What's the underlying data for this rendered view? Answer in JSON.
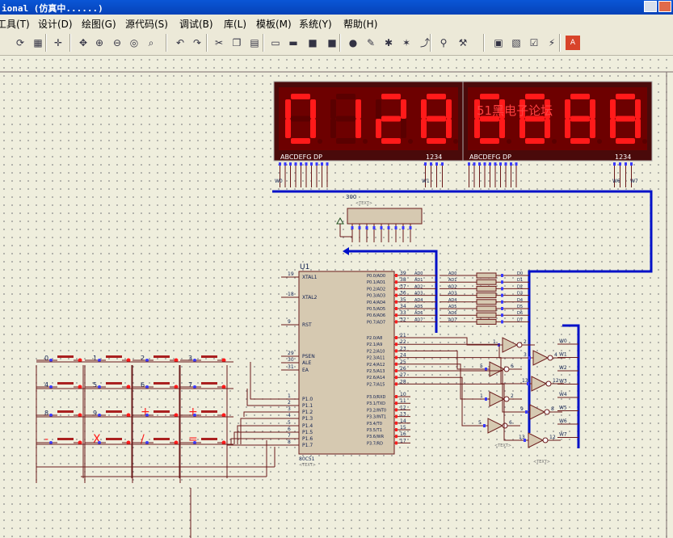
{
  "window": {
    "title": "ional (仿真中......)"
  },
  "menu": [
    "工具(T)",
    "设计(D)",
    "绘图(G)",
    "源代码(S)",
    "调试(B)",
    "库(L)",
    "模板(M)",
    "系统(Y)",
    "帮助(H)"
  ],
  "toolbar_icons": [
    "refresh-icon",
    "grid-icon",
    "origin-icon",
    "pan-icon",
    "zoom-in-icon",
    "zoom-out-icon",
    "zoom-all-icon",
    "zoom-area-icon",
    "undo-icon",
    "redo-icon",
    "cut-icon",
    "copy-icon",
    "paste-icon",
    "block-copy-icon",
    "block-move-icon",
    "block-rotate-icon",
    "block-delete-icon",
    "pick-device-icon",
    "make-device-icon",
    "package-icon",
    "decompose-icon",
    "wire-autorouter-icon",
    "search-icon",
    "property-tool-icon",
    "netlist-icon",
    "bom-icon",
    "electrical-rules-icon",
    "netlist-ares-icon",
    "ares-icon"
  ],
  "schematic": {
    "display": {
      "left_digits": [
        "0",
        "1",
        "2",
        "8"
      ],
      "right_digits": [
        "8",
        "8",
        "8",
        "8"
      ],
      "watermark": "51黑电子论坛",
      "pins_label": "ABCDEFG  DP",
      "com_label": "1234",
      "pin_names": [
        "W0",
        "W1",
        "W2",
        "W3",
        "W4",
        "W5",
        "W6",
        "W7"
      ]
    },
    "resistor_pack": {
      "ref": "300",
      "text": "<TEXT>"
    },
    "mcu": {
      "ref": "U1",
      "part": "80C51",
      "text": "<TEXT>",
      "left_pins": [
        {
          "num": "19",
          "name": "XTAL1"
        },
        {
          "num": "18",
          "name": "XTAL2"
        },
        {
          "num": "9",
          "name": "RST"
        },
        {
          "num": "29",
          "name": "PSEN"
        },
        {
          "num": "30",
          "name": "ALE"
        },
        {
          "num": "31",
          "name": "EA"
        },
        {
          "num": "1",
          "name": "P1.0"
        },
        {
          "num": "2",
          "name": "P1.1"
        },
        {
          "num": "3",
          "name": "P1.2"
        },
        {
          "num": "4",
          "name": "P1.3"
        },
        {
          "num": "5",
          "name": "P1.4"
        },
        {
          "num": "6",
          "name": "P1.5"
        },
        {
          "num": "7",
          "name": "P1.6"
        },
        {
          "num": "8",
          "name": "P1.7"
        }
      ],
      "right_pins": [
        {
          "num": "39",
          "name": "P0.0/AD0"
        },
        {
          "num": "38",
          "name": "P0.1/AD1"
        },
        {
          "num": "37",
          "name": "P0.2/AD2"
        },
        {
          "num": "36",
          "name": "P0.3/AD3"
        },
        {
          "num": "35",
          "name": "P0.4/AD4"
        },
        {
          "num": "34",
          "name": "P0.5/AD5"
        },
        {
          "num": "33",
          "name": "P0.6/AD6"
        },
        {
          "num": "32",
          "name": "P0.7/AD7"
        },
        {
          "num": "21",
          "name": "P2.0/A8"
        },
        {
          "num": "22",
          "name": "P2.1/A9"
        },
        {
          "num": "23",
          "name": "P2.2/A10"
        },
        {
          "num": "24",
          "name": "P2.3/A11"
        },
        {
          "num": "25",
          "name": "P2.4/A12"
        },
        {
          "num": "26",
          "name": "P2.5/A13"
        },
        {
          "num": "27",
          "name": "P2.6/A14"
        },
        {
          "num": "28",
          "name": "P2.7/A15"
        },
        {
          "num": "10",
          "name": "P3.0/RXD"
        },
        {
          "num": "11",
          "name": "P3.1/TXD"
        },
        {
          "num": "12",
          "name": "P3.2/INT0"
        },
        {
          "num": "13",
          "name": "P3.3/INT1"
        },
        {
          "num": "14",
          "name": "P3.4/T0"
        },
        {
          "num": "15",
          "name": "P3.5/T1"
        },
        {
          "num": "16",
          "name": "P3.6/WR"
        },
        {
          "num": "17",
          "name": "P3.7/RD"
        }
      ]
    },
    "bus_labels": [
      "AD0",
      "AD1",
      "AD2",
      "AD3",
      "AD4",
      "AD5",
      "AD6",
      "AD7"
    ],
    "d_labels": [
      "D0",
      "D1",
      "D2",
      "D3",
      "D4",
      "D5",
      "D6",
      "D7"
    ],
    "keypad": [
      "0",
      "1",
      "2",
      "3",
      "4",
      "5",
      "6",
      "7",
      "8",
      "9",
      "+",
      "+",
      "-",
      "X",
      "/",
      "="
    ],
    "inverters": [
      {
        "in": "1",
        "out": "2"
      },
      {
        "in": "3",
        "out": "4"
      },
      {
        "in": "5",
        "out": "6"
      },
      {
        "in": "13",
        "out": "12"
      },
      {
        "in": "1",
        "out": "2"
      },
      {
        "in": "9",
        "out": "8"
      },
      {
        "in": "5",
        "out": "6"
      },
      {
        "in": "13",
        "out": "12"
      }
    ]
  }
}
